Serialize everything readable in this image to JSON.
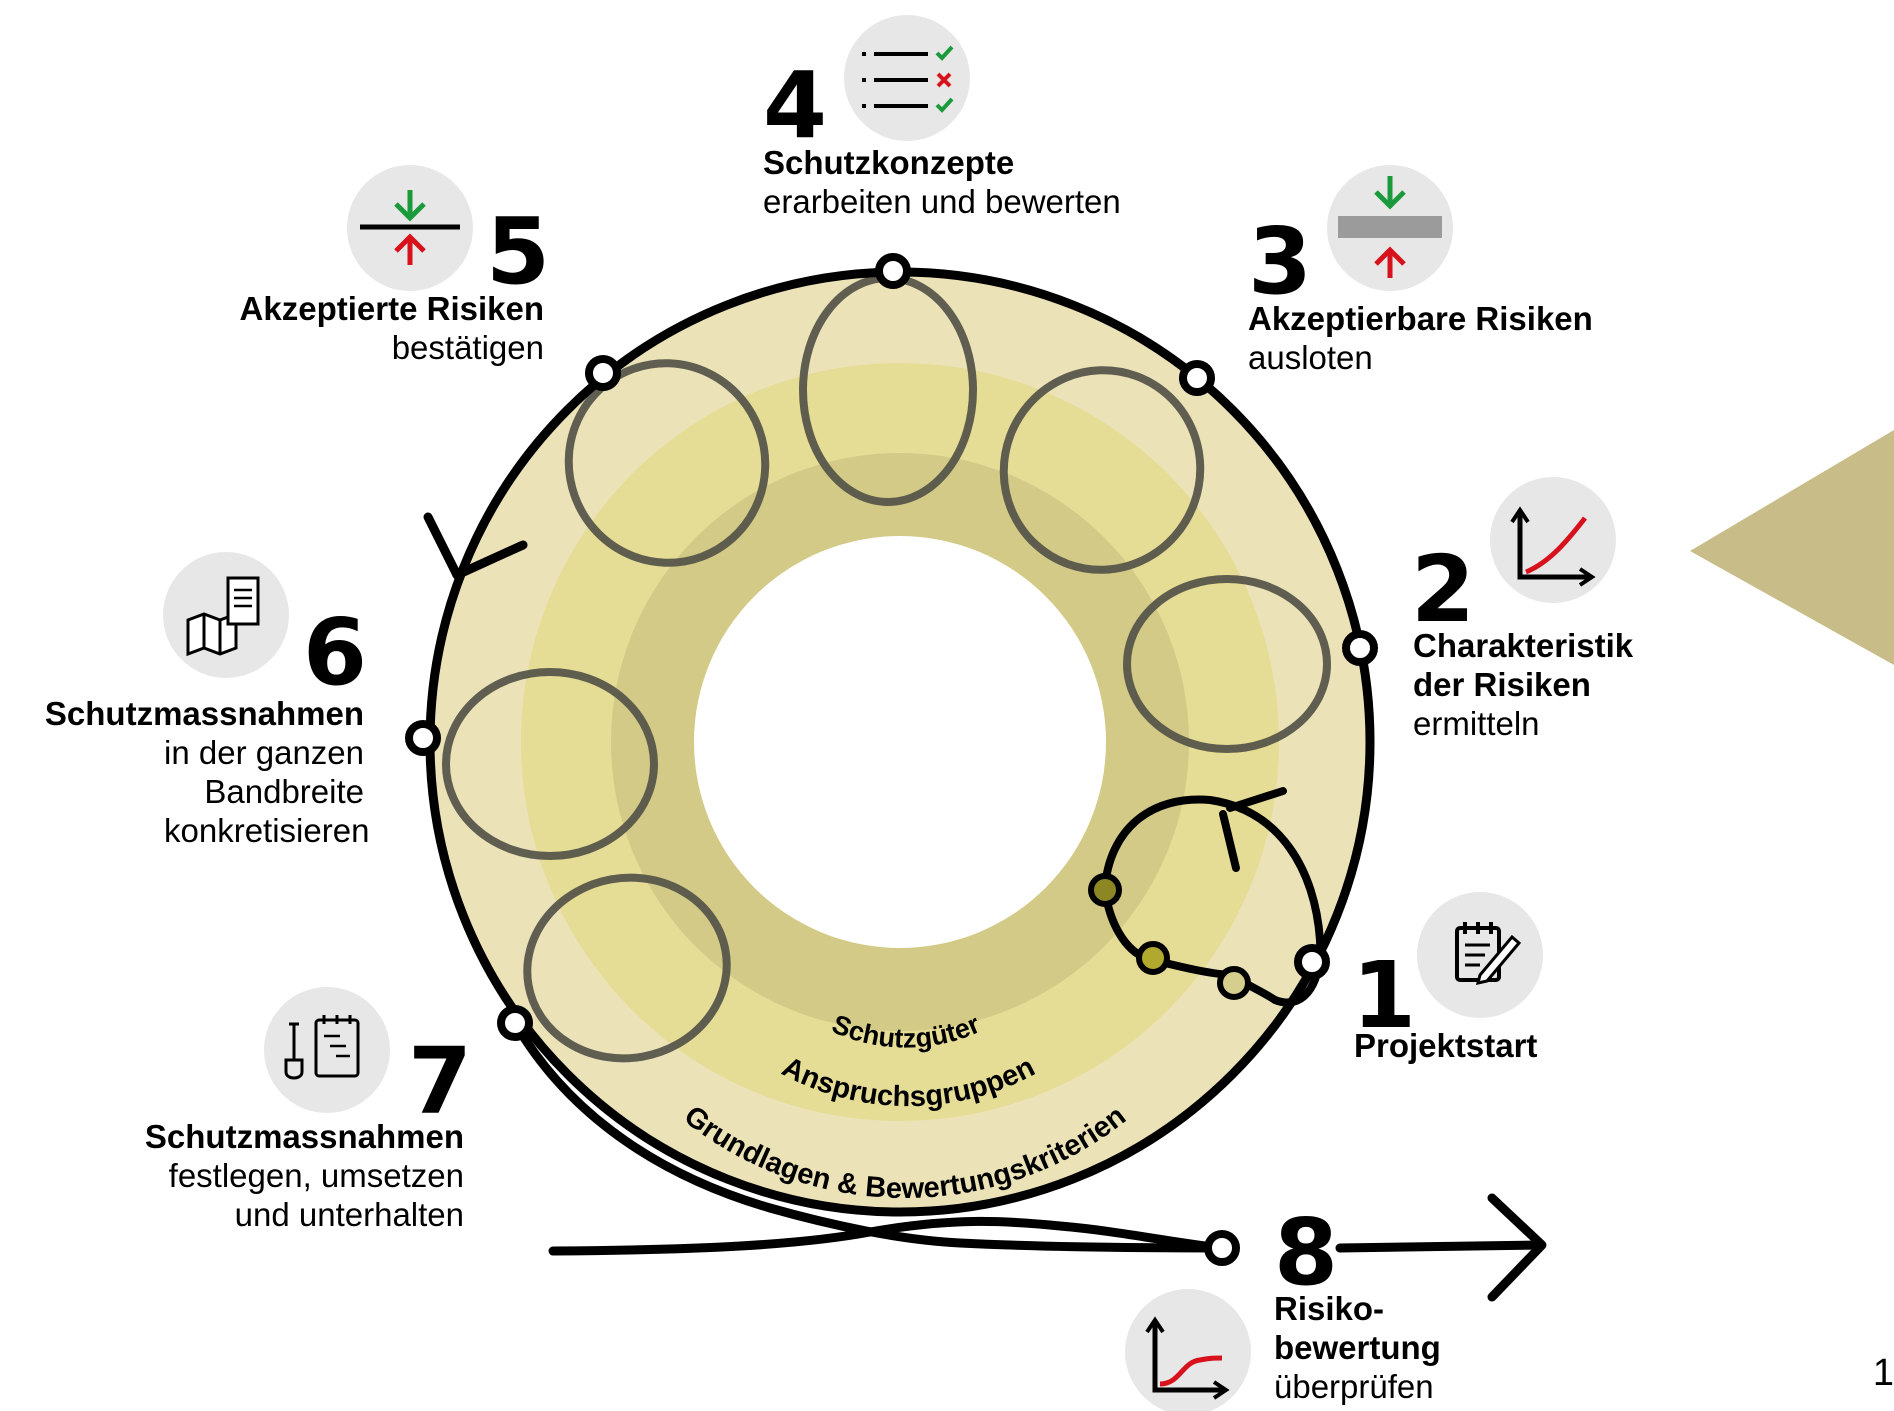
{
  "steps": [
    {
      "number": "1",
      "title": "Projektstart",
      "text": "",
      "icon": "notepad-pencil-icon"
    },
    {
      "number": "2",
      "title": "Charakteristik der Risiken",
      "text": "ermitteln",
      "icon": "rising-curve-chart-icon"
    },
    {
      "number": "3",
      "title": "Akzeptierbare Risiken",
      "text": "ausloten",
      "icon": "arrows-toward-band-icon"
    },
    {
      "number": "4",
      "title": "Schutzkonzepte",
      "text": "erarbeiten und bewerten",
      "icon": "checklist-icon"
    },
    {
      "number": "5",
      "title": "Akzeptierte Risiken",
      "text": "bestätigen",
      "icon": "arrows-toward-line-icon"
    },
    {
      "number": "6",
      "title": "Schutzmassnahmen",
      "text": "in der ganzen Bandbreite konkretisieren",
      "icon": "map-document-icon"
    },
    {
      "number": "7",
      "title": "Schutzmassnahmen",
      "text": "festlegen, umsetzen und unterhalten",
      "icon": "shovel-plan-icon"
    },
    {
      "number": "8",
      "title": "Risiko-bewertung",
      "text": "überprüfen",
      "icon": "s-curve-chart-icon"
    }
  ],
  "rings": [
    "Schutzgüter",
    "Anspruchsgruppen",
    "Grundlagen & Bewertungskriterien"
  ],
  "page_number": "1",
  "colors": {
    "ring_outer": "#ebe2b8",
    "ring_mid": "#e5dc95",
    "ring_inner": "#d2ca86",
    "accent_green": "#1a9a3a",
    "accent_red": "#d7121c",
    "icon_bg": "#e7e7e7",
    "side_arrow": "#c8bd88"
  }
}
